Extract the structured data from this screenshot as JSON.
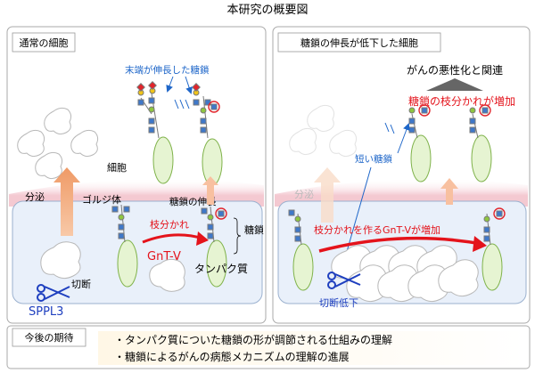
{
  "title": "本研究の概要図",
  "left_panel": {
    "header": "通常の細胞",
    "long_chain_label": "末端が伸長した糖鎖",
    "cell_label": "細胞",
    "secretion_label": "分泌",
    "golgi_label": "ゴルジ体",
    "elongation_label": "糖鎖の伸長",
    "branching_label": "枝分かれ",
    "enzyme_label": "GnT-V",
    "glycan_label": "糖鎖",
    "protein_label": "タンパク質",
    "cleave_label": "切断",
    "protease_label": "SPPL3"
  },
  "right_panel": {
    "header": "糖鎖の伸長が低下した細胞",
    "cancer_label": "がんの悪性化と関連",
    "branch_increase_label": "糖鎖の枝分かれが増加",
    "short_chain_label": "短い糖鎖",
    "secretion_label": "分泌",
    "enzyme_increase_label": "枝分かれを作るGnT-Vが増加",
    "cleave_decrease_label": "切断低下"
  },
  "future": {
    "header": "今後の期待",
    "items": [
      "・タンパク質についた糖鎖の形が調節される仕組みの理解",
      "・糖鎖によるがんの病態メカニズムの理解の進展"
    ]
  },
  "colors": {
    "membrane": "#f6d3d9",
    "golgi": "#e8eff9",
    "glycan_blue": "#3f78c9",
    "glycan_green": "#8fc640",
    "glycan_red": "#e2242b",
    "arrow_red": "#e4131b",
    "secretion_orange": "#f2b48c",
    "scissors_blue": "#1e3fbf"
  }
}
